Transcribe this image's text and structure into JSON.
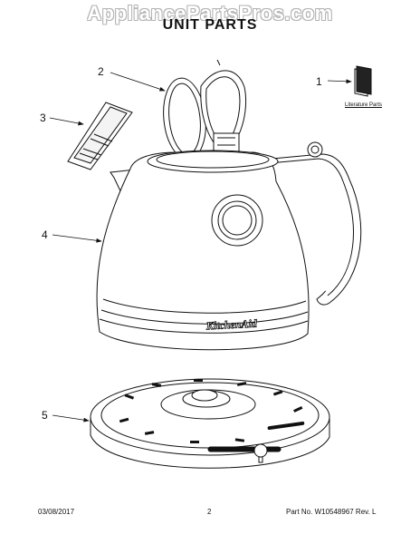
{
  "watermark": "AppliancePartsPros.com",
  "title": "UNIT PARTS",
  "brand_logo": "KitchenAid",
  "callouts": {
    "c1": "1",
    "c2": "2",
    "c3": "3",
    "c4": "4",
    "c5": "5"
  },
  "literature_label": "Literature Parts",
  "footer": {
    "date": "03/08/2017",
    "page": "2",
    "part_no": "Part No. W10548967  Rev. L"
  }
}
